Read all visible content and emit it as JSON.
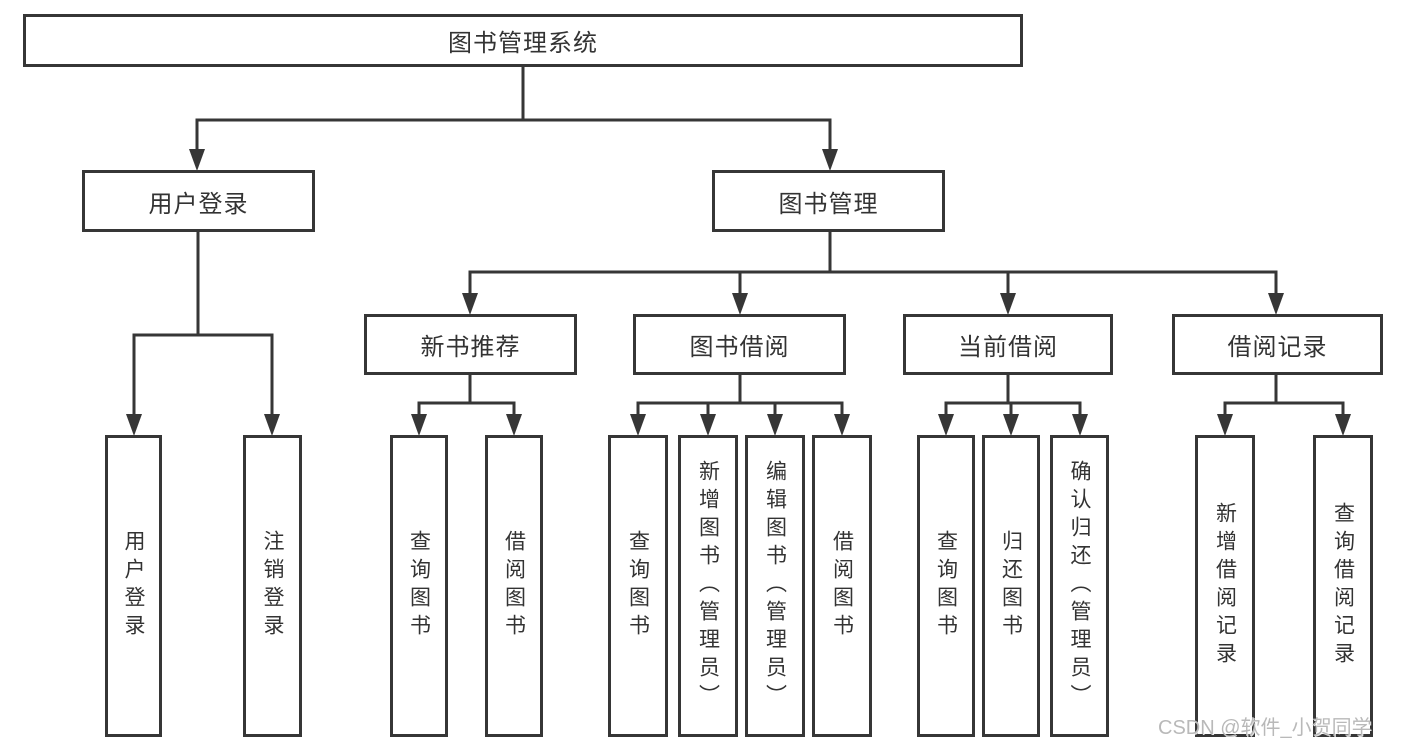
{
  "nodes": {
    "root": "图书管理系统",
    "user_login": "用户登录",
    "book_management": "图书管理",
    "new_book_recommend": "新书推荐",
    "book_borrow": "图书借阅",
    "current_borrow": "当前借阅",
    "borrow_records": "借阅记录",
    "leaf_user_login": "用户登录",
    "leaf_logout": "注销登录",
    "leaf_query_books_recommend": "查询图书",
    "leaf_borrow_books_recommend": "借阅图书",
    "leaf_query_books_borrow": "查询图书",
    "leaf_add_books_admin": "新增图书（管理员）",
    "leaf_edit_books_admin": "编辑图书（管理员）",
    "leaf_borrow_books": "借阅图书",
    "leaf_query_books_current": "查询图书",
    "leaf_return_books": "归还图书",
    "leaf_confirm_return_admin": "确认归还（管理员）",
    "leaf_add_borrow_record": "新增借阅记录",
    "leaf_query_borrow_record": "查询借阅记录"
  },
  "watermark": "CSDN @软件_小贺同学",
  "colors": {
    "line": "#363636",
    "border": "#363636",
    "text": "#333333",
    "watermark": "#b9b9b9",
    "background": "#ffffff"
  }
}
